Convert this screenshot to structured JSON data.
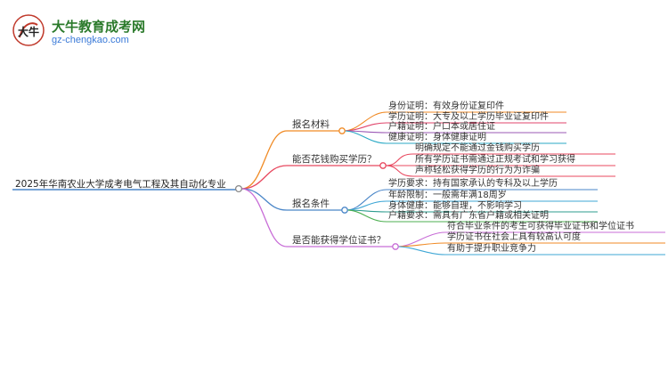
{
  "logo": {
    "site_name": "大牛教育成考网",
    "url": "gz-chengkao.com",
    "badge_text": "大牛"
  },
  "mindmap": {
    "root": "2025年华南农业大学成考电气工程及其自动化专业",
    "branches": [
      {
        "label": "报名材料",
        "color": "#f08a24",
        "children": [
          "身份证明：有效身份证复印件",
          "学历证明：大专及以上学历毕业证复印件",
          "户籍证明：户口本或居住证",
          "健康证明：身体健康证明"
        ],
        "child_colors": [
          "#f08a24",
          "#e0456b",
          "#9b59b6",
          "#29a9c5"
        ]
      },
      {
        "label": "能否花钱购买学历？",
        "color": "#e8485f",
        "children": [
          "明确规定不能通过金钱购买学历",
          "所有学历证书需通过正规考试和学习获得",
          "声称轻松获得学历的行为为诈骗"
        ],
        "child_colors": [
          "#e8485f",
          "#e8485f",
          "#e8485f"
        ]
      },
      {
        "label": "报名条件",
        "color": "#4a86c8",
        "children": [
          "学历要求：持有国家承认的专科及以上学历",
          "年龄限制：一般需年满18周岁",
          "身体健康：能够自理，不影响学习",
          "户籍要求：需具有广东省户籍或相关证明"
        ],
        "child_colors": [
          "#4a86c8",
          "#3fa7d6",
          "#2d9c8f",
          "#4caf50"
        ]
      },
      {
        "label": "是否能获得学位证书？",
        "color": "#c86dd7",
        "children": [
          "符合毕业条件的考生可获得毕业证书和学位证书",
          "学历证书在社会上具有较高认可度",
          "有助于提升职业竞争力"
        ],
        "child_colors": [
          "#c86dd7",
          "#f08a24",
          "#3fa7d6"
        ]
      }
    ]
  }
}
